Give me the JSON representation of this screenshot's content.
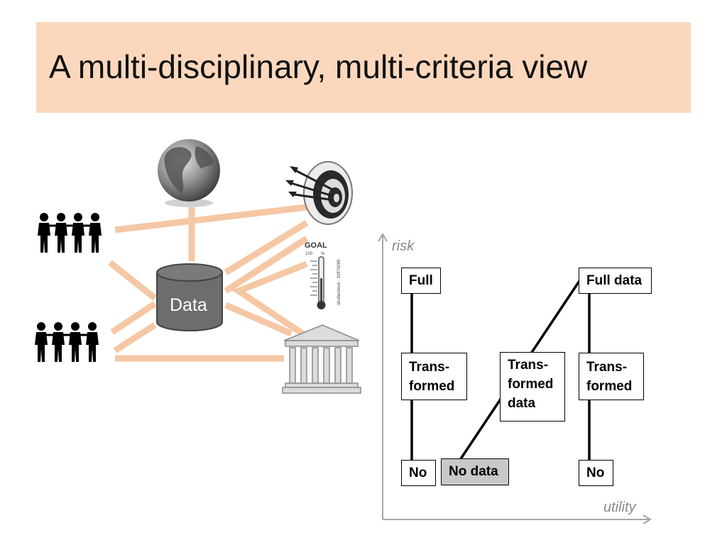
{
  "title": "A multi-disciplinary, multi-criteria view",
  "center_label": "Data",
  "goal_icon": {
    "label": "GOAL",
    "scale_max": "100",
    "scale_unit": "%",
    "watermark": "shutterstock · 92874265"
  },
  "axes": {
    "y_label": "risk",
    "x_label": "utility"
  },
  "boxes": {
    "full": "Full",
    "transformed_1": "Trans-\nformed",
    "no_1": "No",
    "no_data": "No data",
    "transformed_data": "Trans-\nformed\ndata",
    "full_data": "Full data",
    "transformed_2": "Trans-\nformed",
    "no_2": "No"
  },
  "icons": {
    "globe": "globe-icon",
    "target": "target-with-darts-icon",
    "thermometer": "goal-thermometer-icon",
    "building": "institution-building-icon",
    "people_top": "people-group-icon",
    "people_bottom": "people-group-icon",
    "database": "database-cylinder-icon"
  },
  "colors": {
    "title_bg": "#fbd8bd",
    "connector": "#f5c7a4",
    "database": "#6d6d6d",
    "no_data_box": "#c8c8c8",
    "axis": "#a6a6a6"
  }
}
